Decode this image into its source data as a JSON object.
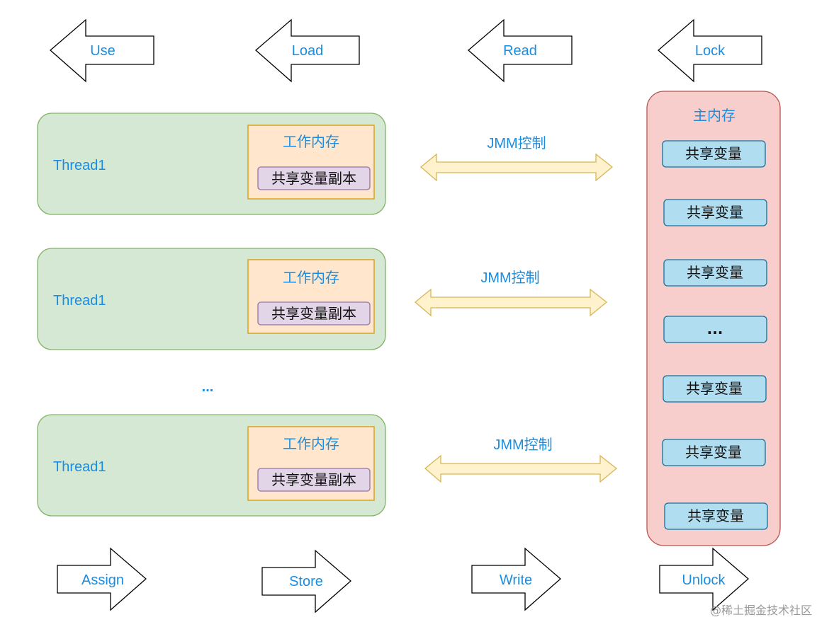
{
  "operations_top": [
    "Use",
    "Load",
    "Read",
    "Lock"
  ],
  "operations_bottom": [
    "Assign",
    "Store",
    "Write",
    "Unlock"
  ],
  "threads": [
    {
      "name": "Thread1",
      "work_memory": "工作内存",
      "copy": "共享变量副本",
      "control": "JMM控制"
    },
    {
      "name": "Thread1",
      "work_memory": "工作内存",
      "copy": "共享变量副本",
      "control": "JMM控制"
    },
    {
      "name": "Thread1",
      "work_memory": "工作内存",
      "copy": "共享变量副本",
      "control": "JMM控制"
    }
  ],
  "ellipsis": "...",
  "main_memory": {
    "title": "主内存",
    "items": [
      "共享变量",
      "共享变量",
      "共享变量",
      "...",
      "共享变量",
      "共享变量",
      "共享变量"
    ]
  },
  "watermark": "@稀土掘金技术社区",
  "colors": {
    "thread_fill": "#d5e8d4",
    "thread_stroke": "#82b366",
    "work_fill": "#ffe6cc",
    "work_stroke": "#d79b00",
    "copy_fill": "#e1d5e7",
    "copy_stroke": "#9673a6",
    "main_fill": "#f8cecc",
    "main_stroke": "#b85450",
    "var_fill": "#b1ddf0",
    "var_stroke": "#10739e",
    "arrow_fill": "#fff2cc",
    "arrow_stroke": "#d6b656",
    "label": "#1a8de0"
  }
}
